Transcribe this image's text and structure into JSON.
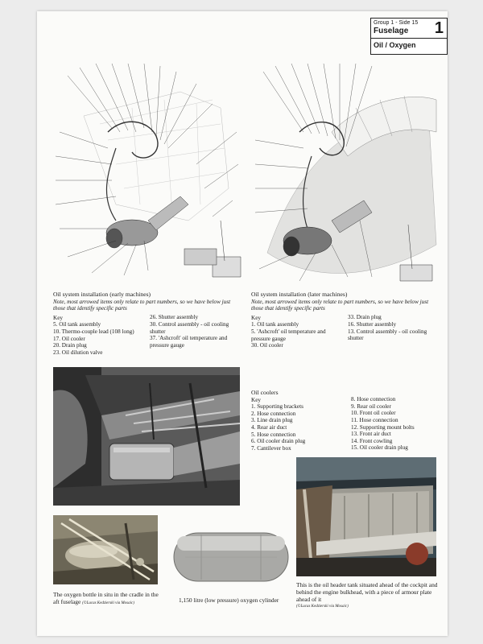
{
  "header": {
    "group": "Group 1 - Side 15",
    "section": "Fuselage",
    "subsection": "Oil / Oxygen",
    "number": "1"
  },
  "early": {
    "title": "Oil system installation (early machines)",
    "note": "Note, most arrowed items only relate to part numbers, so we have below just those that identify specific parts",
    "key_label": "Key",
    "col1": [
      "5. Oil tank assembly",
      "10. Thermo-couple lead (108 long)",
      "17. Oil cooler",
      "20. Drain plug",
      "23. Oil dilution valve"
    ],
    "col2": [
      "26. Shutter assembly",
      "30. Control assembly - oil cooling shutter",
      "37. 'Ashcroft' oil temperature and pressure gauge"
    ]
  },
  "later": {
    "title": "Oil system installation (later machines)",
    "note": "Note, most arrowed items only relate to part numbers, so we have below just those that identify specific parts",
    "key_label": "Key",
    "col1": [
      "1. Oil tank assembly",
      "5. 'Ashcroft' oil temperature and pressure gauge",
      "30. Oil cooler"
    ],
    "col2": [
      "33. Drain plug",
      "16. Shutter assembly",
      "13. Control assembly - oil cooling shutter"
    ]
  },
  "coolers": {
    "title": "Oil coolers",
    "key_label": "Key",
    "col1": [
      "1. Supporting brackets",
      "2. Hose connection",
      "3. Line drain plug",
      "4. Rear air duct",
      "5. Hose connection",
      "6. Oil cooler drain plug",
      "7. Cantilever box"
    ],
    "col2": [
      "8. Hose connection",
      "9. Rear oil cooler",
      "10. Front oil cooler",
      "11. Hose connection",
      "12. Supporting mount bolts",
      "13. Front air duct",
      "14. Front cowling",
      "15. Oil cooler drain plug"
    ]
  },
  "photos": {
    "bottle_caption": "The oxygen bottle in situ in the cradle in the aft fuselage",
    "bottle_credit": "(©Lucas Kedzierski via Mosaic)",
    "cylinder_caption": "1,150 litre (low pressure) oxygen cylinder",
    "tank_caption": "This is the oil header tank situated ahead of the cockpit and behind the engine bulkhead, with a piece of armour plate ahead of it",
    "tank_credit": "(©Lucas Kedzierski via Mosaic)"
  }
}
